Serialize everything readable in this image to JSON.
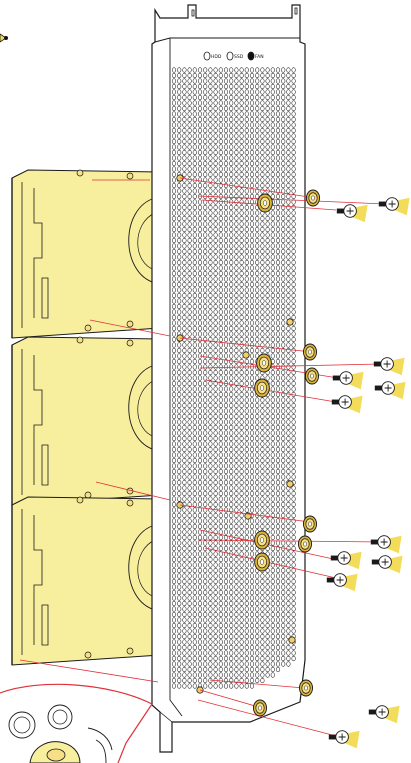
{
  "panel_labels": {
    "hdd": "HDD",
    "ssd": "SSD",
    "fan": "FAN"
  },
  "colors": {
    "drive_fill": "#f7ef9e",
    "drive_stroke": "#1a1a1a",
    "panel_fill": "#ffffff",
    "panel_stroke": "#1a1a1a",
    "guide_line": "#e0303a",
    "grommet_outer": "#d9b33a",
    "grommet_inner": "#f6df86",
    "screw_flare": "#f3dc5a",
    "callout_stroke": "#e0303a",
    "callout_fill": "#f7ef9e"
  },
  "icons": {
    "screw": "screw-icon",
    "grommet": "grommet-icon",
    "drive": "hard-drive-icon"
  }
}
